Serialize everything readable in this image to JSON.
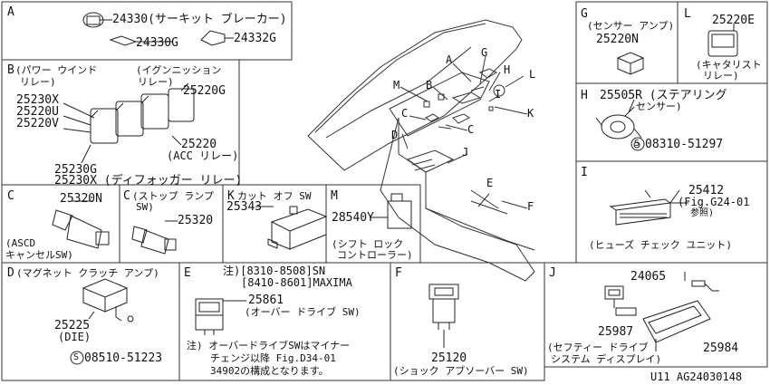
{
  "diagram": {
    "footer": "U11  AG24030148",
    "panels": {
      "A": {
        "letter": "A",
        "p1": "24330(サーキット ブレーカー)",
        "p2": "24330G",
        "p3": "24332G"
      },
      "B": {
        "letter": "B",
        "h1": "(パワー ウインド",
        "h2": "リレー)",
        "h3": "(イグンニッション",
        "h4": "リレー)",
        "p1": "25230X",
        "p2": "25220U",
        "p3": "25220V",
        "p4": "25220G",
        "p5": "25220",
        "p6": "(ACC リレー)",
        "p7": "25230G",
        "p8": "25230X (ディフォッガー リレー)"
      },
      "C": {
        "letter": "C",
        "p1": "25320N",
        "d1": "(ASCD",
        "d2": "キャンセルSW)"
      },
      "C2": {
        "letter": "C",
        "h1": "(ストップ ランプ",
        "h2": "SW)",
        "p1": "25320"
      },
      "K": {
        "letter": "K",
        "h": "カット オフ SW",
        "p1": "25343"
      },
      "M": {
        "letter": "M",
        "p1": "28540Y",
        "d1": "(シフト ロック",
        "d2": "コントローラー)"
      },
      "G": {
        "letter": "G",
        "h1": "(センサー アンプ)",
        "p1": "25220N"
      },
      "L": {
        "letter": "L",
        "p1": "25220E",
        "d1": "(キャタリスト",
        "d2": "リレー)"
      },
      "H": {
        "letter": "H",
        "p1": "25505R (ステアリング",
        "p2": "センサー)",
        "p3": "08310-51297"
      },
      "I": {
        "letter": "I",
        "p1": "25412",
        "p2": "(Fig.G24-01",
        "p3": "参照)",
        "d1": "(ヒューズ チェック ユニット)"
      },
      "D": {
        "letter": "D",
        "h": "(マグネット クラッチ アンプ)",
        "p1": "25225",
        "p2": "(DIE)",
        "p3": "08510-51223"
      },
      "E": {
        "letter": "E",
        "n1": "注)[8310-8508]SN",
        "n2": "[8410-8601]MAXIMA",
        "p1": "25861",
        "p2": "(オーバー ドライブ SW)",
        "f1": "注) オーバードライブSWはマイナー",
        "f2": "チェンジ以降 Fig.D34-01",
        "f3": "34902の構成となります。"
      },
      "F": {
        "letter": "F",
        "p1": "25120",
        "d1": "(ショック アブソーバー SW)"
      },
      "J": {
        "letter": "J",
        "p1": "24065",
        "p2": "25987",
        "p3": "25984",
        "d1": "(セフティー ドライブ",
        "d2": "システム ディスプレイ)"
      }
    },
    "callouts": [
      "A",
      "G",
      "H",
      "L",
      "M",
      "B",
      "I",
      "K",
      "C",
      "C",
      "D",
      "J",
      "E",
      "F"
    ]
  }
}
